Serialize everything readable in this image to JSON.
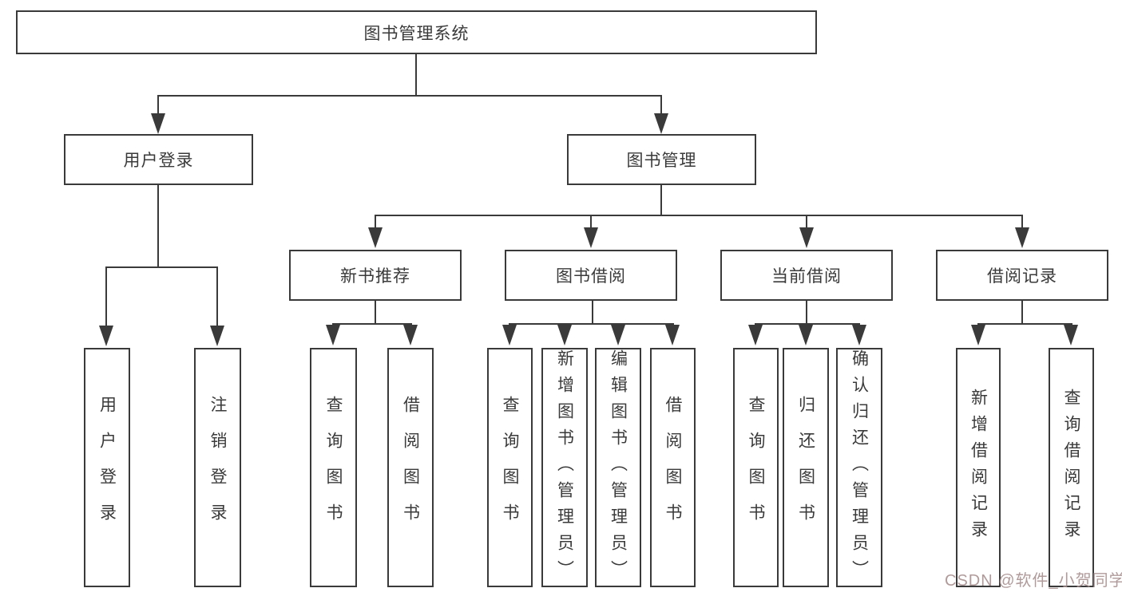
{
  "diagram": {
    "root": "图书管理系统",
    "level1": {
      "user_login": "用户登录",
      "book_management": "图书管理"
    },
    "level2": {
      "new_book_recommend": "新书推荐",
      "book_borrow": "图书借阅",
      "current_borrow": "当前借阅",
      "borrow_records": "借阅记录"
    },
    "leaves": {
      "login": "用户登录",
      "logout": "注销登录",
      "nb_query_books": "查询图书",
      "nb_borrow_books": "借阅图书",
      "bb_query_books": "查询图书",
      "bb_add_books": "新增图书（管理员）",
      "bb_edit_books": "编辑图书（管理员）",
      "bb_borrow_books": "借阅图书",
      "cb_query_books": "查询图书",
      "cb_return_books": "归还图书",
      "cb_confirm_return": "确认归还（管理员）",
      "br_add_record": "新增借阅记录",
      "br_query_record": "查询借阅记录"
    }
  },
  "watermark": "CSDN @软件_小贺同学",
  "colors": {
    "line": "#3a3a3a",
    "background": "#ffffff",
    "watermark": "#a89090"
  }
}
